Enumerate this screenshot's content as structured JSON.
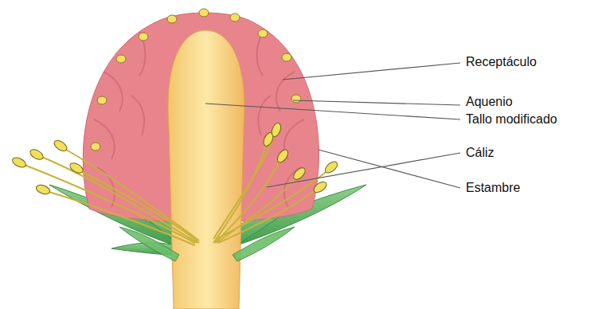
{
  "diagram": {
    "labels": [
      "Receptáculo",
      "Aquenio",
      "Tallo modificado",
      "Cáliz",
      "Estambre"
    ]
  }
}
